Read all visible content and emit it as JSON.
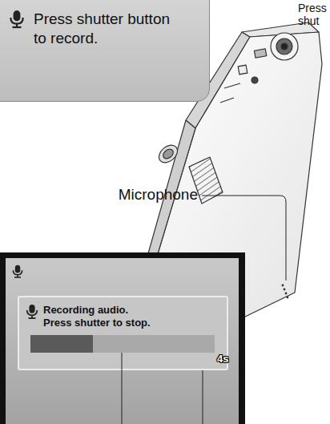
{
  "diagram": {
    "nodes": [
      {
        "text": [
          "Press shutter button to record."
        ]
      },
      {
        "text": [
          "Recording audio. Press shutter to stop."
        ]
      }
    ],
    "labels": [
      "Press shut",
      "Microphone",
      "4s"
    ]
  }
}
